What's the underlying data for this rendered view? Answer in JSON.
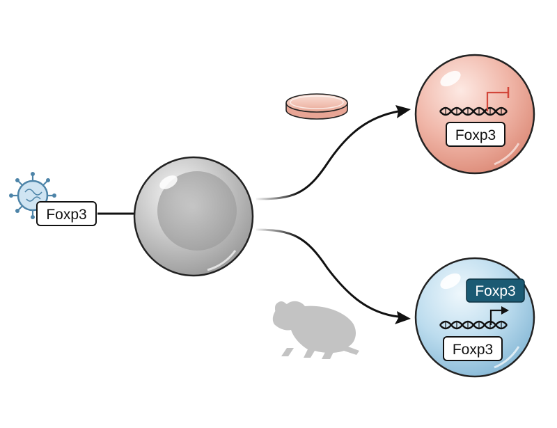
{
  "virus": {
    "label": "Foxp3"
  },
  "in_vitro_cell": {
    "gene_label": "Foxp3"
  },
  "in_vivo_cell": {
    "protein_label": "Foxp3",
    "gene_label": "Foxp3"
  },
  "colors": {
    "virus_fill": "#cfe4f2",
    "virus_stroke": "#4d84a8",
    "gray_cell": "#b9b9b9",
    "pink_cell": "#eeb0a2",
    "blue_cell": "#b8d8ec",
    "dish": "#f4c6ba",
    "mouse": "#c3c3c3",
    "repressor": "#d2463a",
    "protein_box": "#1b5a73"
  }
}
